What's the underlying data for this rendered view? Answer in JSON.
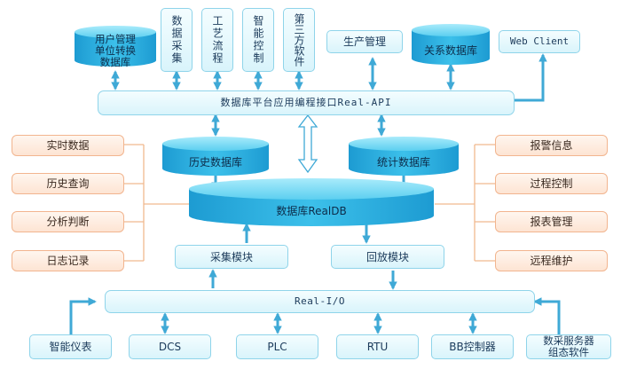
{
  "top_databases": {
    "user_mgmt": "用户管理\n单位转换\n数据库",
    "relational": "关系数据库"
  },
  "top_modules": {
    "data_acq": "数据采集",
    "process_flow": "工艺流程",
    "smart_control": "智能控制",
    "third_party": "第三方软件",
    "production": "生产管理",
    "web_client": "Web Client"
  },
  "api_bar": "数据库平台应用编程接口Real-API",
  "databases": {
    "history": "历史数据库",
    "statistics": "统计数据库",
    "realdb": "数据库RealDB"
  },
  "left_functions": [
    "实时数据",
    "历史查询",
    "分析判断",
    "日志记录"
  ],
  "right_functions": [
    "报警信息",
    "过程控制",
    "报表管理",
    "远程维护"
  ],
  "modules": {
    "acquisition": "采集模块",
    "playback": "回放模块"
  },
  "io_bar": "Real-I/O",
  "devices": [
    "智能仪表",
    "DCS",
    "PLC",
    "RTU",
    "BB控制器",
    "数采服务器\n组态软件"
  ],
  "colors": {
    "arrow": "#3fa9d6",
    "cylinder_top": "#62d1f0",
    "cylinder_body": "#25a9dc",
    "connector": "#f0b98f"
  }
}
